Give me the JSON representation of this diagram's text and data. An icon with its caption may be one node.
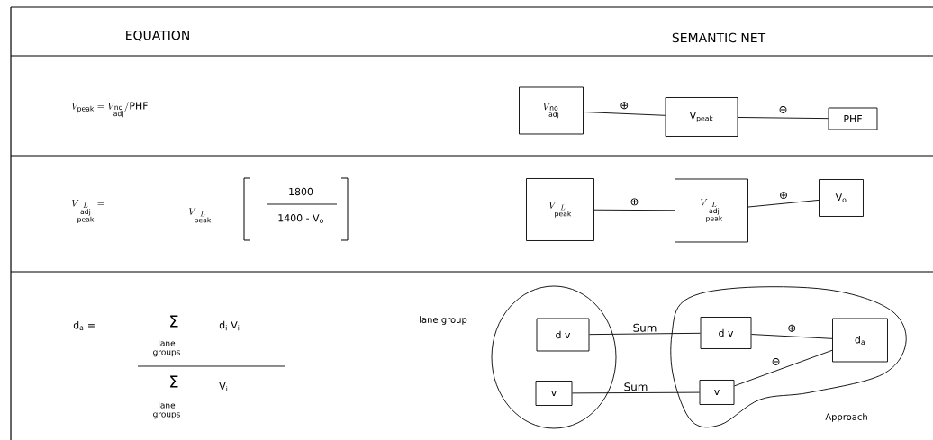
{
  "diagram": {
    "nodes": [
      {
        "text": [
          "V_{\\substack{\\mathrm{no}\\\\ \\mathrm{adj}}}"
        ]
      },
      {
        "text": [
          "V$_{peak}$"
        ]
      },
      {
        "text": [
          "PHF"
        ]
      },
      {
        "text": [
          "V_{\\substack{L\\\\ \\mathrm{peak}}}"
        ]
      },
      {
        "text": [
          "V_{\\substack{L\\\\ \\mathrm{adj}\\\\ \\mathrm{peak}}}"
        ]
      },
      {
        "text": [
          "V$_{o}$"
        ]
      },
      {
        "text": [
          "lane group"
        ]
      },
      {
        "text": [
          "d v"
        ],
        "in": 6
      },
      {
        "text": [
          "v"
        ],
        "in": 6
      },
      {
        "text": [
          "Approach"
        ]
      },
      {
        "text": [
          "d v"
        ],
        "in": 9
      },
      {
        "text": [
          "v"
        ],
        "in": 9
      },
      {
        "text": [
          "d$_{a}$"
        ],
        "in": 9
      }
    ],
    "edges": [
      {
        "from": 0,
        "to": 1,
        "arrow": "none",
        "label": "⊕"
      },
      {
        "from": 1,
        "to": 2,
        "arrow": "none",
        "label": "⊖"
      },
      {
        "from": 3,
        "to": 4,
        "arrow": "none",
        "label": "⊕"
      },
      {
        "from": 4,
        "to": 5,
        "arrow": "none",
        "label": "⊕"
      },
      {
        "from": 7,
        "to": 10,
        "arrow": "none",
        "label": "Sum"
      },
      {
        "from": 8,
        "to": 11,
        "arrow": "none",
        "label": "Sum"
      },
      {
        "from": 10,
        "to": 12,
        "arrow": "none",
        "label": "⊕"
      },
      {
        "from": 11,
        "to": 12,
        "arrow": "none",
        "label": "⊖"
      }
    ],
    "labels": [
      "EQUATION",
      "SEMANTIC NET",
      "V_{\\mathrm{peak}} = V_{\\substack{\\mathrm{no}\\\\ \\mathrm{adj}}} / \\mathrm{PHF}",
      "V_{\\substack{L\\\\ \\mathrm{adj}\\\\ \\mathrm{peak}}} =",
      "V_{\\substack{L\\\\ \\mathrm{peak}}}",
      "1800",
      "1400 - V$_{o}$",
      "d$_{a}$ =",
      "Σ",
      "d$_{i}$ V$_{i}$",
      "lane groups",
      "Σ",
      "V$_{i}$",
      "lane groups"
    ]
  }
}
